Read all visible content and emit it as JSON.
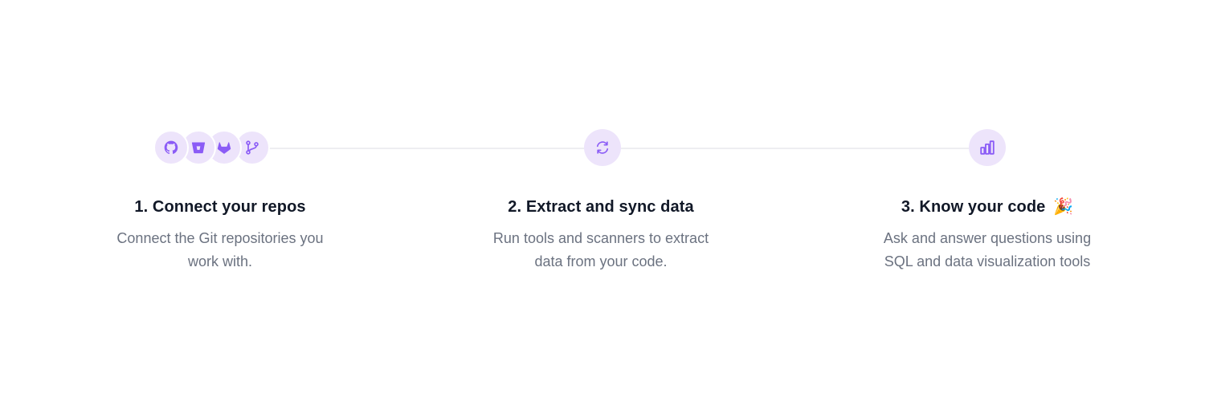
{
  "colors": {
    "accent": "#8b5cf6",
    "accent_bg": "#ede4fb",
    "connector": "#eeeef1",
    "title": "#111827",
    "description": "#6b7280"
  },
  "steps": [
    {
      "title": "1. Connect your repos",
      "description": "Connect the Git repositories you work with.",
      "icons": [
        "github-icon",
        "bitbucket-icon",
        "gitlab-icon",
        "git-branch-icon"
      ]
    },
    {
      "title": "2. Extract and sync data",
      "description": "Run tools and scanners to extract data from your code.",
      "icons": [
        "refresh-icon"
      ]
    },
    {
      "title": "3. Know your code",
      "title_emoji": "🎉",
      "description": "Ask and answer questions using SQL and data visualization tools",
      "icons": [
        "bar-chart-icon"
      ]
    }
  ]
}
